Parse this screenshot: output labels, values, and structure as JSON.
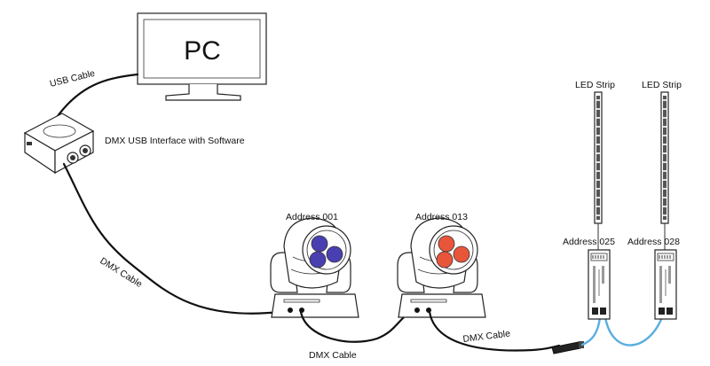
{
  "pc": {
    "label": "PC"
  },
  "cables": {
    "usb": "USB Cable",
    "dmx_1": "DMX Cable",
    "dmx_2": "DMX Cable",
    "dmx_3": "DMX Cable"
  },
  "interface": {
    "label": "DMX USB Interface with Software"
  },
  "moving_heads": [
    {
      "address": "Address 001",
      "lens_color": "#4a3fb0"
    },
    {
      "address": "Address 013",
      "lens_color": "#e8553a"
    }
  ],
  "led_drivers": [
    {
      "address": "Address 025",
      "strip_label": "LED Strip"
    },
    {
      "address": "Address 028",
      "strip_label": "LED Strip"
    }
  ],
  "colors": {
    "cable": "#111111",
    "link_cable": "#5aaee0"
  }
}
